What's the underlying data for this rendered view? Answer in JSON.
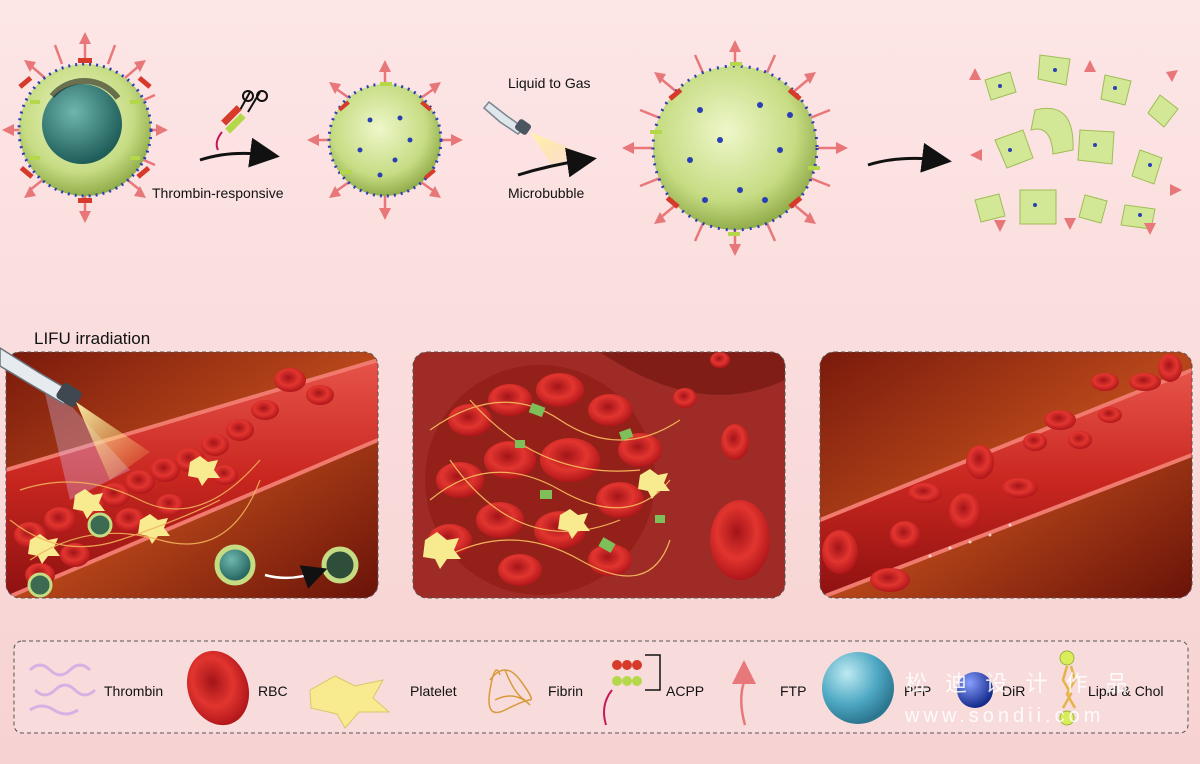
{
  "top_row": {
    "step1_label": "Thrombin-responsive",
    "step2_top_label": "Liquid to Gas",
    "step2_bottom_label": "Microbubble"
  },
  "panels": {
    "lifu_label": "LIFU irradiation"
  },
  "legend": {
    "items": [
      {
        "label": "Thrombin",
        "icon": "thrombin-icon"
      },
      {
        "label": "RBC",
        "icon": "rbc-icon"
      },
      {
        "label": "Platelet",
        "icon": "platelet-icon"
      },
      {
        "label": "Fibrin",
        "icon": "fibrin-icon"
      },
      {
        "label": "ACPP",
        "icon": "acpp-icon"
      },
      {
        "label": "FTP",
        "icon": "ftp-icon"
      },
      {
        "label": "PFP",
        "icon": "pfp-icon"
      },
      {
        "label": "DiR",
        "icon": "dir-icon"
      },
      {
        "label": "Lipid & Chol",
        "icon": "lipid-chol-icon"
      }
    ]
  },
  "watermark": {
    "line1": "松 迪 设 计 作 品",
    "line2": "www.sondii.com"
  },
  "colors": {
    "rbc": "#d8262b",
    "vessel": "#b81f1f",
    "lipid": "#d9ec9c",
    "dir": "#2b3fb4",
    "pfp": "#4fa9c4",
    "core": "#2f7f79",
    "platelet": "#f7ea8f",
    "fibrin": "#d79a3c"
  }
}
